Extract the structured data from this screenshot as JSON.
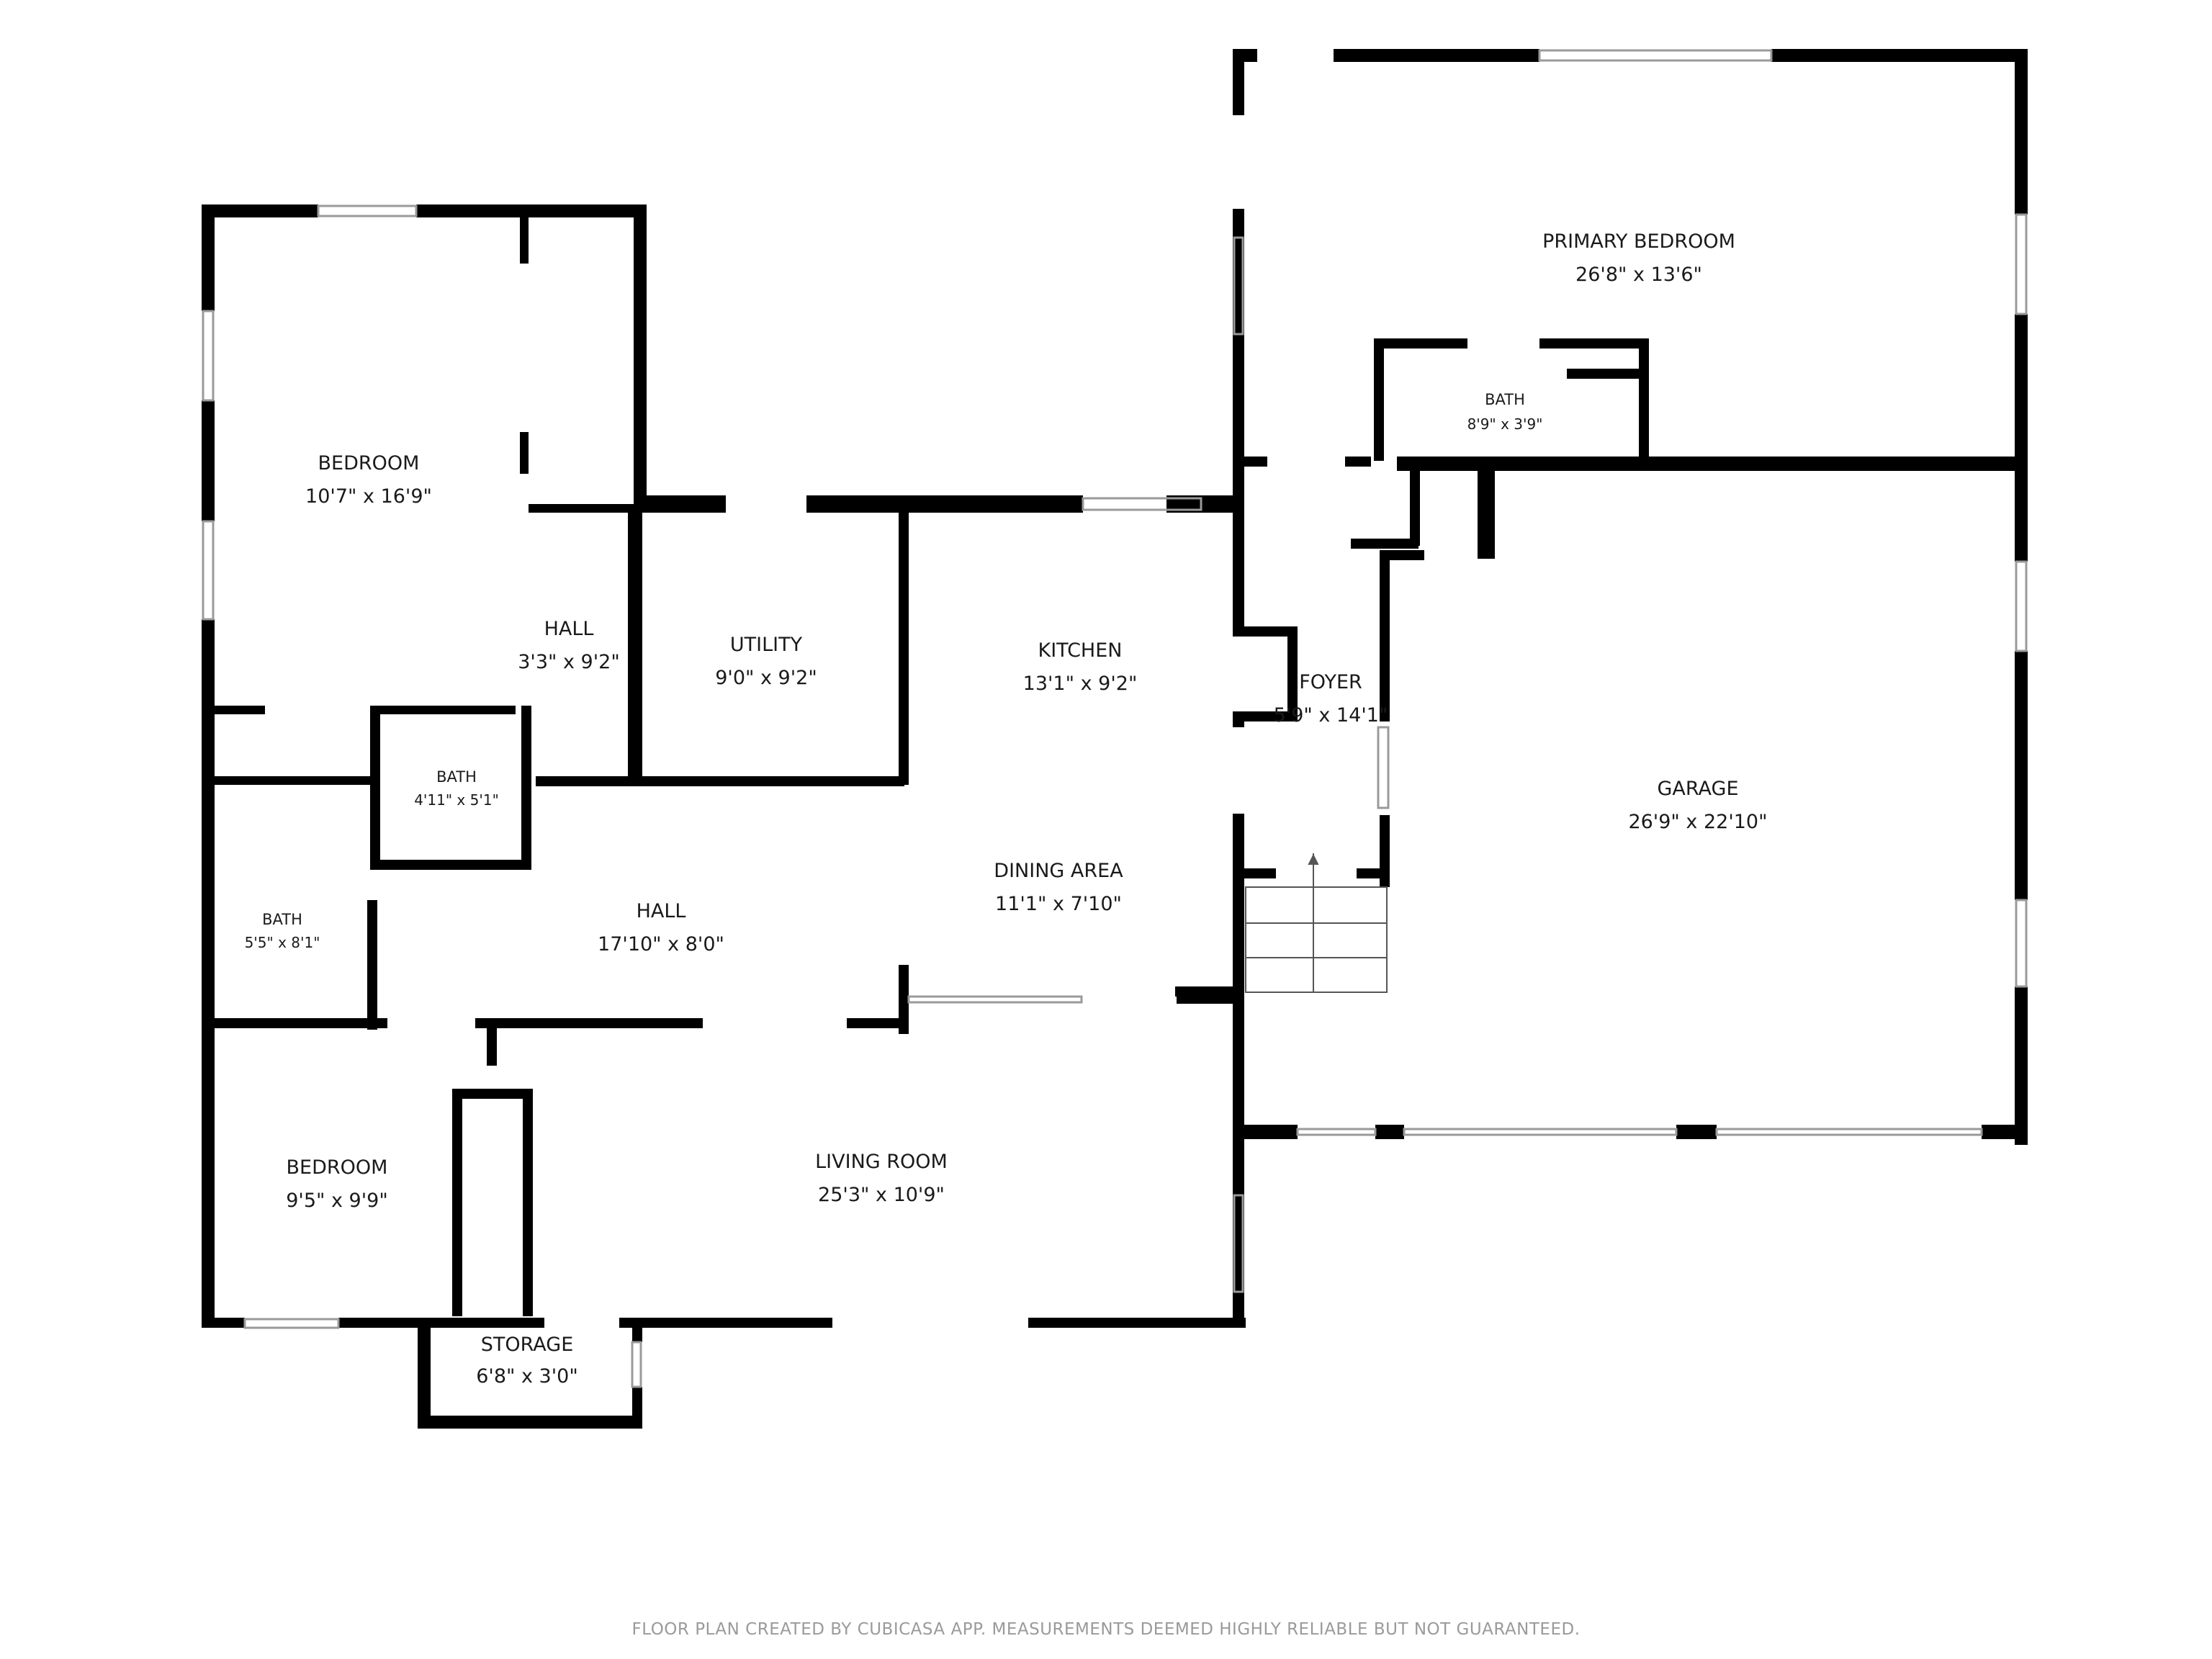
{
  "rooms": {
    "bedroom_left": {
      "name": "BEDROOM",
      "dims": "10'7\" x 16'9\""
    },
    "hall_small": {
      "name": "HALL",
      "dims": "3'3\" x 9'2\""
    },
    "utility": {
      "name": "UTILITY",
      "dims": "9'0\" x 9'2\""
    },
    "kitchen": {
      "name": "KITCHEN",
      "dims": "13'1\" x 9'2\""
    },
    "primary_bedroom": {
      "name": "PRIMARY BEDROOM",
      "dims": "26'8\" x 13'6\""
    },
    "primary_bath": {
      "name": "BATH",
      "dims": "8'9\" x 3'9\""
    },
    "foyer": {
      "name": "FOYER",
      "dims": "5'9\" x 14'1\""
    },
    "bath_small": {
      "name": "BATH",
      "dims": "4'11\" x 5'1\""
    },
    "bath_left": {
      "name": "BATH",
      "dims": "5'5\" x 8'1\""
    },
    "hall_main": {
      "name": "HALL",
      "dims": "17'10\" x 8'0\""
    },
    "dining_area": {
      "name": "DINING AREA",
      "dims": "11'1\" x 7'10\""
    },
    "garage": {
      "name": "GARAGE",
      "dims": "26'9\" x 22'10\""
    },
    "bedroom_bottom": {
      "name": "BEDROOM",
      "dims": "9'5\" x 9'9\""
    },
    "living_room": {
      "name": "LIVING ROOM",
      "dims": "25'3\" x 10'9\""
    },
    "storage": {
      "name": "STORAGE",
      "dims": "6'8\" x 3'0\""
    }
  },
  "footer": "FLOOR PLAN CREATED BY CUBICASA APP. MEASUREMENTS DEEMED HIGHLY RELIABLE BUT NOT GUARANTEED.",
  "colors": {
    "wall": "#000000",
    "window": "#9a9a9a",
    "footer_text": "#9a9a9a"
  }
}
